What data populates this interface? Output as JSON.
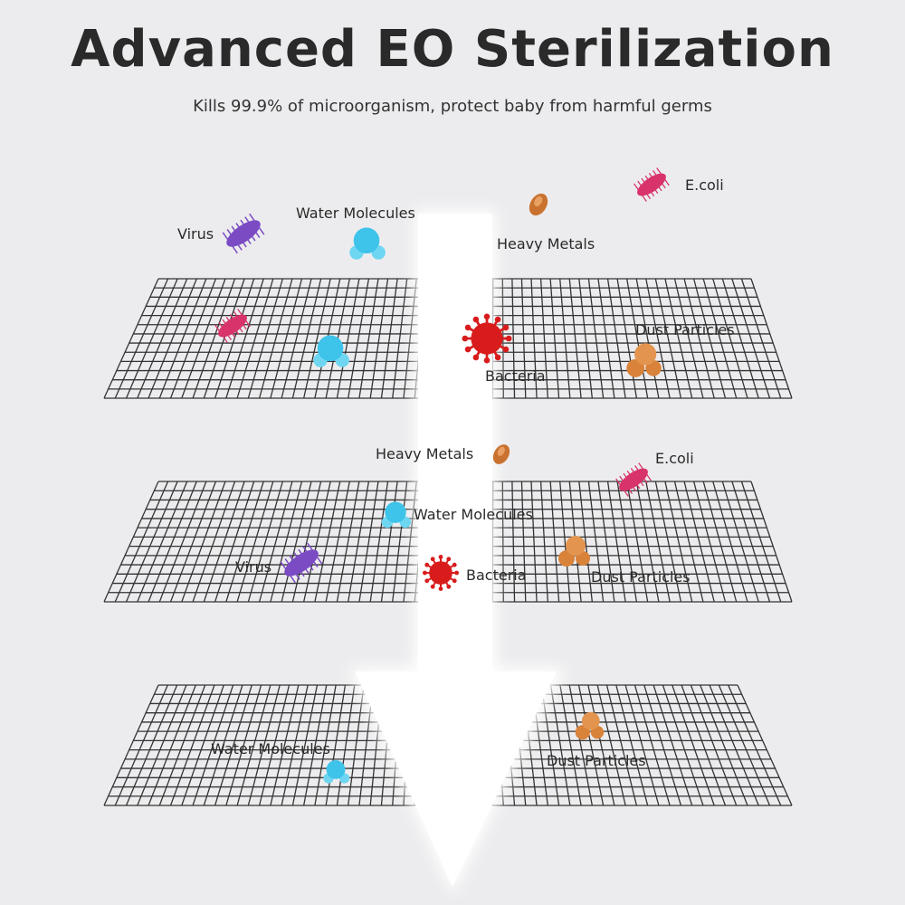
{
  "title": "Advanced EO Sterilization",
  "subtitle": "Kills 99.9% of microorganism, protect baby from harmful germs",
  "colors": {
    "virus": "#7b4bc4",
    "water": "#3ec3ea",
    "ecoli": "#d8336b",
    "metal": "#c9722f",
    "dust": "#d9823a",
    "bacteria": "#d81c1c",
    "grid": "#333333"
  },
  "labels": {
    "top": {
      "ecoli": "E.coli",
      "virus": "Virus",
      "water": "Water Molecules",
      "metals": "Heavy Metals"
    },
    "layer1": {
      "dust": "Dust Particles",
      "bacteria": "Bacteria"
    },
    "between": {
      "metals": "Heavy Metals",
      "ecoli": "E.coli"
    },
    "layer2": {
      "water": "Water Molecules",
      "virus": "Virus",
      "bacteria": "Bacteria",
      "dust": "Dust Particles"
    },
    "layer3": {
      "water": "Water Molecules",
      "dust": "Dust Particles"
    }
  }
}
